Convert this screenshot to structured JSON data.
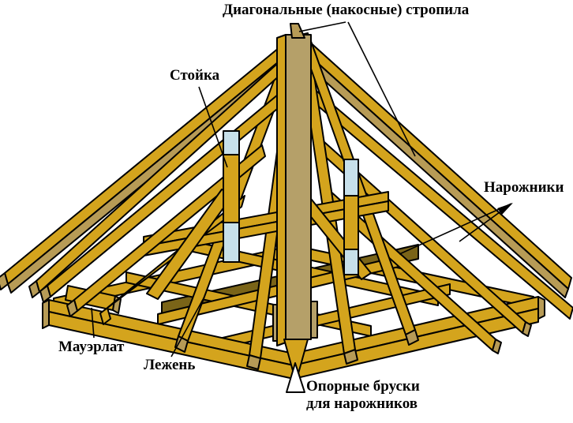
{
  "diagram": {
    "type": "hip-roof-truss-structure",
    "labels": {
      "diagonal_rafters": "Диагональные (накосные) стропила",
      "stojka": "Стойка",
      "narozhniki": "Нарожники",
      "mauerlat": "Мауэрлат",
      "lezhen": "Лежень",
      "opornye_line1": "Опорные бруски",
      "opornye_line2": "для нарожников"
    },
    "colors": {
      "wood": "#D4A41D",
      "wood_shade": "#B79B56",
      "post": "#B5A069",
      "floor_beam": "#7A6418",
      "metal_plate": "#C7E0EA",
      "outline": "#000000",
      "background": "#FFFFFF"
    }
  }
}
